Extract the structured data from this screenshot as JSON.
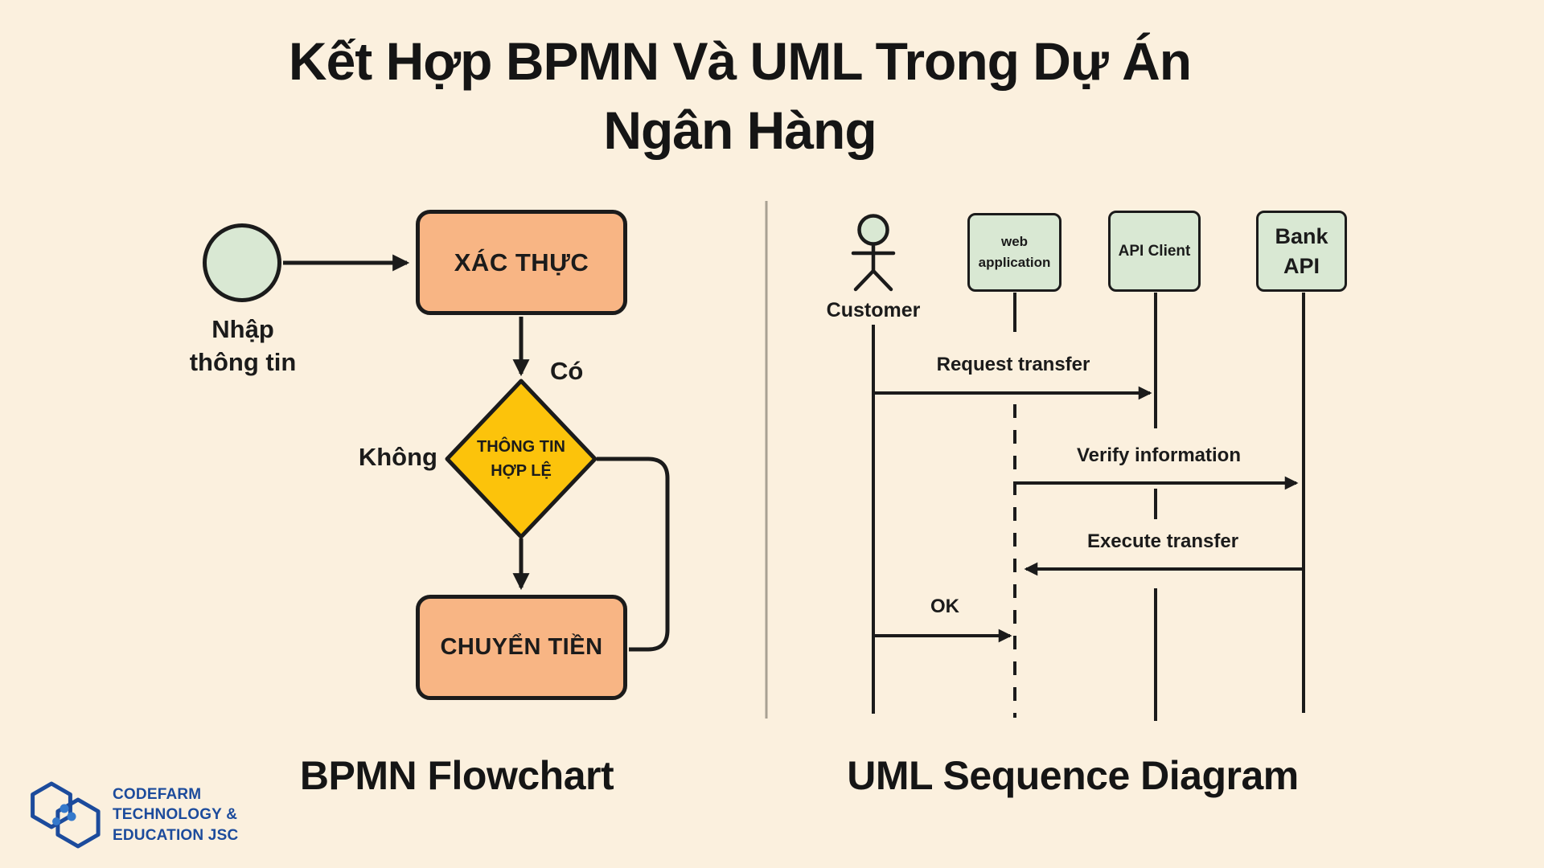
{
  "title": {
    "lines": [
      "Kết Hợp BPMN Và UML Trong Dự Án",
      "Ngân Hàng"
    ]
  },
  "bpmn": {
    "caption": "BPMN Flowchart",
    "start_event_label_lines": [
      "Nhập",
      "thông tin"
    ],
    "task_authenticate": "XÁC THỰC",
    "decision_label_lines": [
      "THÔNG TIN",
      "HỢP LỆ"
    ],
    "task_transfer": "CHUYỂN TIỀN",
    "branch_yes": "Có",
    "branch_no": "Không"
  },
  "uml": {
    "caption": "UML Sequence Diagram",
    "actor_label": "Customer",
    "participants": [
      {
        "name_lines": [
          "web",
          "application"
        ]
      },
      {
        "name_lines": [
          "API Client"
        ]
      },
      {
        "name_lines": [
          "Bank",
          "API"
        ]
      }
    ],
    "messages": [
      {
        "label": "Request transfer",
        "from": "Customer",
        "to": "API Client"
      },
      {
        "label": "Verify information",
        "from": "web application",
        "to": "Bank API"
      },
      {
        "label": "Execute transfer",
        "from": "Bank API",
        "to": "web application"
      },
      {
        "label": "OK",
        "from": "Customer",
        "to": "web application"
      }
    ]
  },
  "branding": {
    "name_lines": [
      "CODEFARM",
      "TECHNOLOGY &",
      "EDUCATION JSC"
    ]
  },
  "colors": {
    "background": "#FBF0DE",
    "task_fill": "#F8B584",
    "decision_fill": "#FCC30B",
    "entity_fill": "#D9E8D3",
    "ink": "#1B1B1B",
    "divider": "#A8A193",
    "brand_blue": "#1C4B9C",
    "brand_dot_blue": "#3579CB"
  }
}
